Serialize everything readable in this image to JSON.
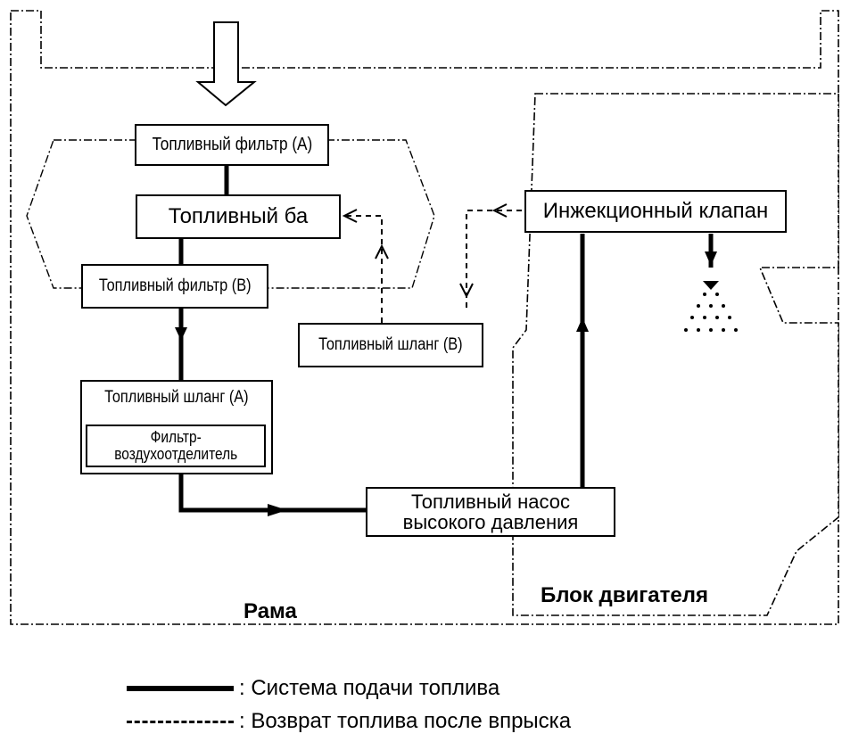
{
  "components": {
    "fuel_filter_a": "Топливный фильтр (A)",
    "fuel_tank": "Топливный ба",
    "fuel_filter_b": "Топливный фильтр (B)",
    "fuel_hose_a": "Топливный шланг (A)",
    "air_separator_filter": "Фильтр-\nвоздухоотделитель",
    "fuel_hose_b": "Топливный шланг (B)",
    "high_pressure_pump": "Топливный насос\nвысокого давления",
    "injection_valve": "Инжекционный клапан"
  },
  "regions": {
    "frame": "Рама",
    "engine_block": "Блок двигателя"
  },
  "legend": {
    "supply": ": Система подачи топлива",
    "return": ": Возврат топлива после впрыска"
  }
}
